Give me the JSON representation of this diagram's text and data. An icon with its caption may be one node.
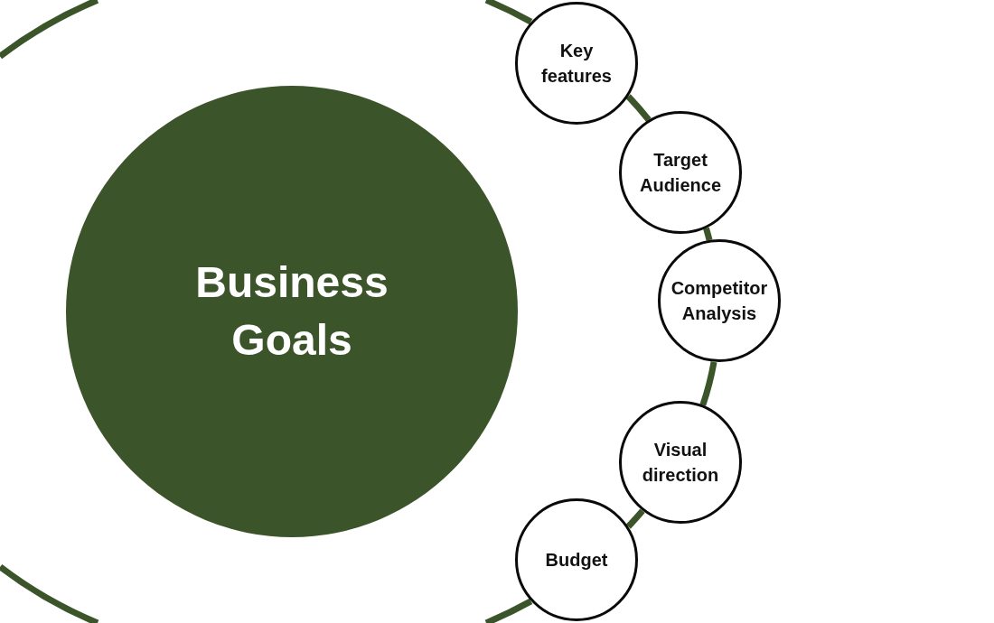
{
  "diagram": {
    "nodes": [
      {
        "text": [
          "Business Goals"
        ]
      },
      {
        "text": [
          "Key features"
        ]
      },
      {
        "text": [
          "Target Audience"
        ]
      },
      {
        "text": [
          "Competitor Analysis"
        ]
      },
      {
        "text": [
          "Visual direction"
        ]
      },
      {
        "text": [
          "Budget"
        ]
      }
    ],
    "edges": [
      {
        "from": null,
        "to": 1,
        "arrow": "none"
      },
      {
        "from": 1,
        "to": 2,
        "arrow": "none"
      },
      {
        "from": 2,
        "to": 3,
        "arrow": "none"
      },
      {
        "from": 3,
        "to": 4,
        "arrow": "none"
      },
      {
        "from": 4,
        "to": 5,
        "arrow": "none"
      },
      {
        "from": 5,
        "to": null,
        "arrow": "none"
      }
    ]
  }
}
